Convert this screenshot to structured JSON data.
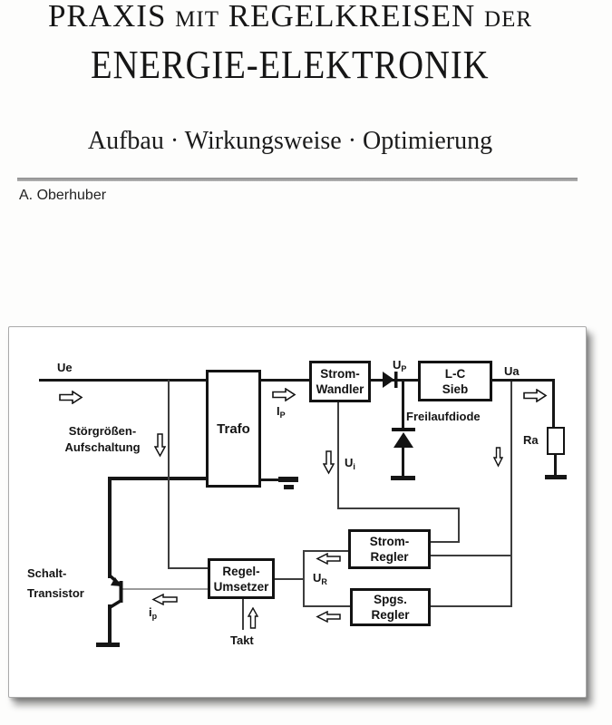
{
  "header": {
    "title_line1": [
      "PRAXIS",
      "MIT",
      "REGELKREISEN",
      "DER"
    ],
    "title_line2": "ENERGIE-ELEKTRONIK",
    "subtitle": "Aufbau · Wirkungsweise · Optimierung",
    "author": "A. Oberhuber"
  },
  "diagram": {
    "blocks": {
      "trafo": "Trafo",
      "strom_wandler": [
        "Strom-",
        "Wandler"
      ],
      "lc_sieb": [
        "L-C",
        "Sieb"
      ],
      "strom_regler": [
        "Strom-",
        "Regler"
      ],
      "spgs_regler": [
        "Spgs.",
        "Regler"
      ],
      "regel_umsetzer": [
        "Regel-",
        "Umsetzer"
      ]
    },
    "labels": {
      "ue": "Ue",
      "stoergroessen": [
        "Störgrößen-",
        "Aufschaltung"
      ],
      "i_p": {
        "main": "I",
        "sub": "P"
      },
      "u_p": {
        "main": "U",
        "sub": "P"
      },
      "u_a": "Ua",
      "freilaufdiode": "Freilaufdiode",
      "r_a": "Ra",
      "u_i": {
        "main": "U",
        "sub": "i"
      },
      "u_r": {
        "main": "U",
        "sub": "R"
      },
      "schalt_transistor": [
        "Schalt-",
        "Transistor"
      ],
      "i_p_lower": {
        "main": "i",
        "sub": "p"
      },
      "takt": "Takt"
    }
  },
  "colors": {
    "ink": "#161616",
    "thin_wire": "#3d3d3d",
    "base_wire_gray": "#9a9a9a",
    "rule_gray": "#9e9e9e",
    "panel_border": "#a9a9a9"
  }
}
